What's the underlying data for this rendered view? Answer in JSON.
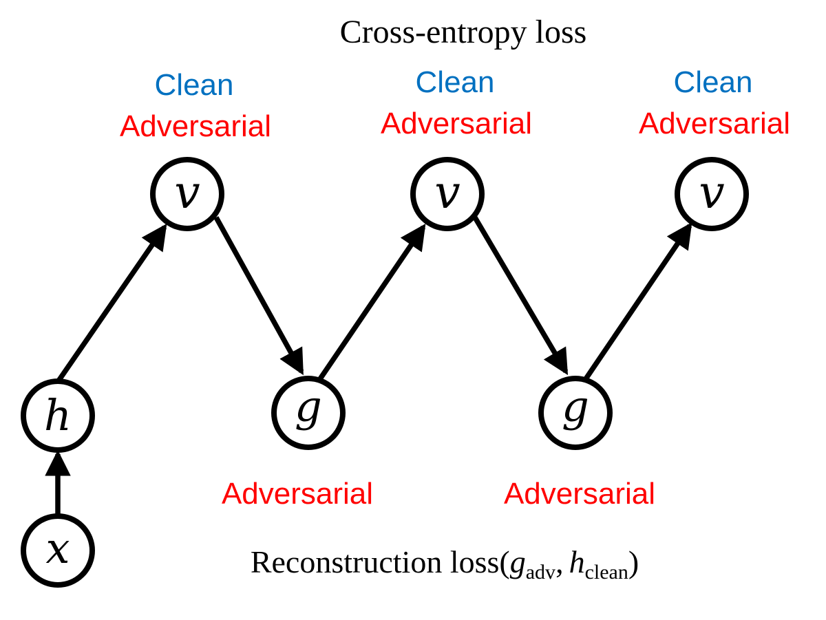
{
  "title": "Cross-entropy loss",
  "colors": {
    "clean": "#0070C0",
    "adversarial": "#FF0000",
    "ink": "#000000"
  },
  "nodes": {
    "x": "x",
    "h": "h",
    "v1": "v",
    "g1": "g",
    "v2": "v",
    "g2": "g",
    "v3": "v"
  },
  "v_labels": [
    {
      "clean": "Clean",
      "adversarial": "Adversarial"
    },
    {
      "clean": "Clean",
      "adversarial": "Adversarial"
    },
    {
      "clean": "Clean",
      "adversarial": "Adversarial"
    }
  ],
  "g_labels": [
    "Adversarial",
    "Adversarial"
  ],
  "reconstruction": {
    "prefix": "Reconstruction loss(",
    "g": "g",
    "g_sub": "adv",
    "comma": ",",
    "h": "h",
    "h_sub": "clean",
    "suffix": ")"
  }
}
